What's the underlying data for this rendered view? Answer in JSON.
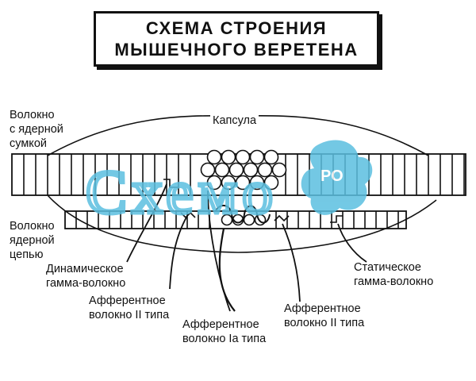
{
  "title": {
    "line1": "СХЕМА СТРОЕНИЯ",
    "line2": "МЫШЕЧНОГО ВЕРЕТЕНА"
  },
  "labels": {
    "capsule": "Капсула",
    "nuclear_bag_fiber": [
      "Волокно",
      "с ядерной",
      "сумкой"
    ],
    "nuclear_chain_fiber": [
      "Волокно",
      "ядерной",
      "цепью"
    ],
    "dynamic_gamma_fiber": [
      "Динамическое",
      "гамма-волокно"
    ],
    "afferent_fiber_ii_left": [
      "Афферентное",
      "волокно II типа"
    ],
    "afferent_fiber_ia": [
      "Афферентное",
      "волокно Ia типа"
    ],
    "afferent_fiber_ii_right": [
      "Афферентное",
      "волокно II типа"
    ],
    "static_gamma_fiber": [
      "Статическое",
      "гамма-волокно"
    ]
  },
  "watermark": {
    "text": "Схемо",
    "suffix": "РО",
    "color": "#5bbfe0"
  }
}
